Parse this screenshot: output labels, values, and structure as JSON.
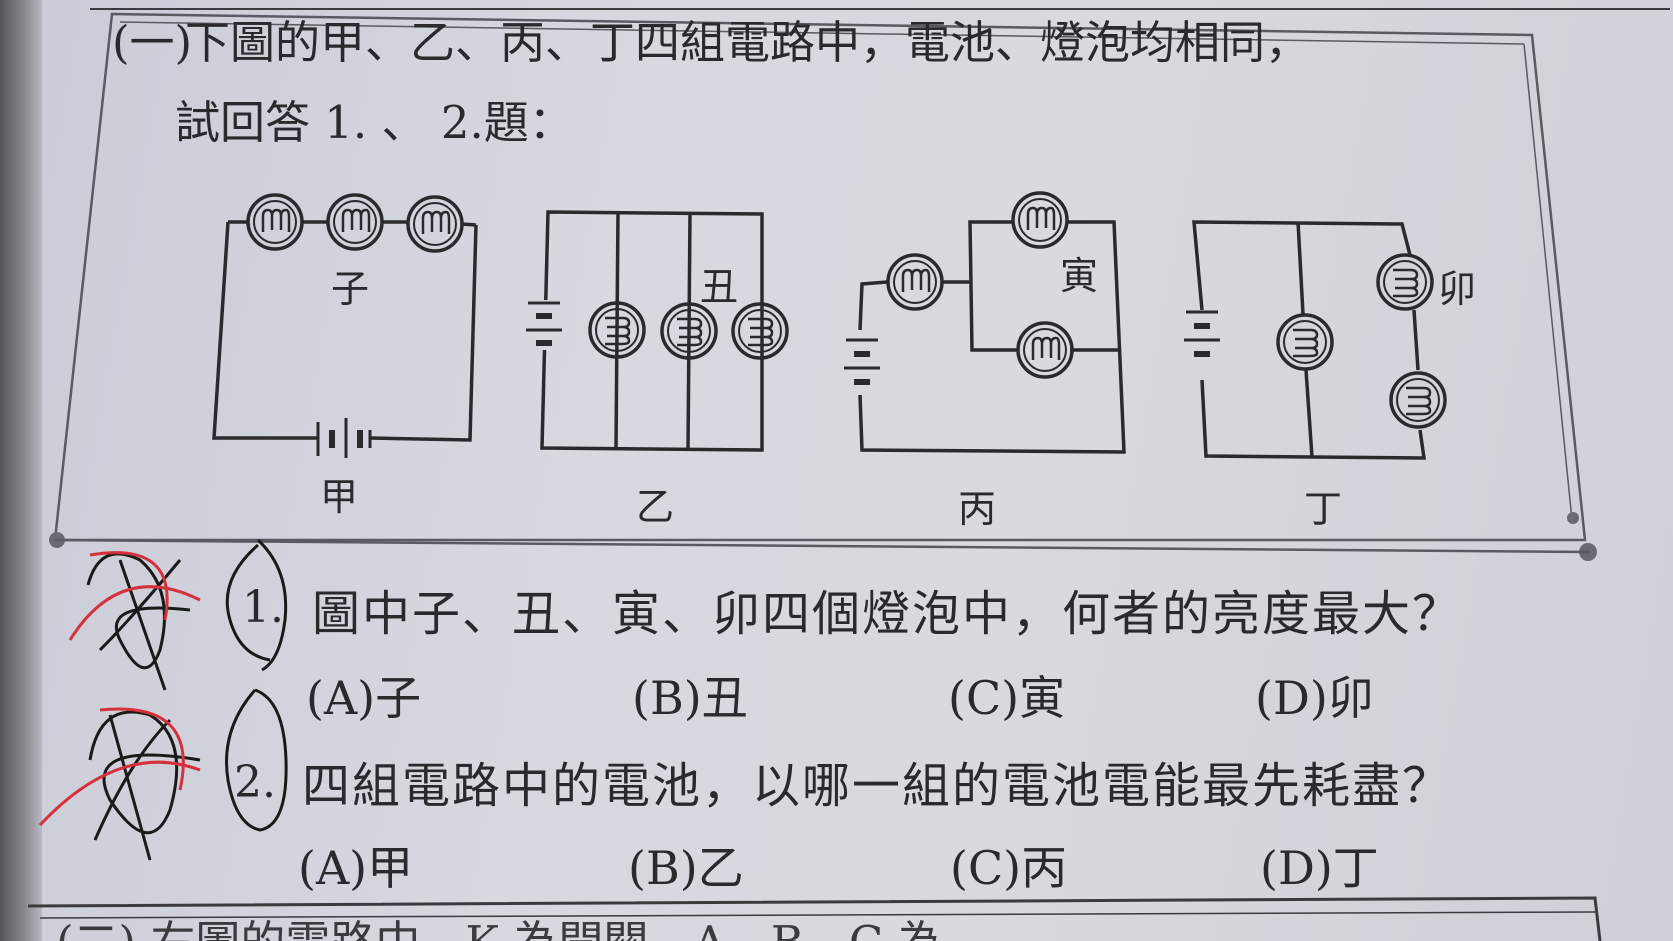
{
  "section": {
    "marker": "(一)",
    "intro_line1": "下圖的甲、乙、丙、丁四組電路中，電池、燈泡均相同，",
    "intro_line2": "試回答 1. 、 2.題："
  },
  "circuits": [
    {
      "label": "甲",
      "bulb_label": "子"
    },
    {
      "label": "乙",
      "bulb_label": "丑"
    },
    {
      "label": "丙",
      "bulb_label": "寅"
    },
    {
      "label": "丁",
      "bulb_label": "卯"
    }
  ],
  "questions": [
    {
      "number": "1.",
      "text": "圖中子、丑、寅、卯四個燈泡中，何者的亮度最大？",
      "options": [
        "(A)子",
        "(B)丑",
        "(C)寅",
        "(D)卯"
      ]
    },
    {
      "number": "2.",
      "text": "四組電路中的電池，以哪一組的電池電能最先耗盡？",
      "options": [
        "(A)甲",
        "(B)乙",
        "(C)丙",
        "(D)丁"
      ]
    }
  ],
  "next_section_partial": "(二) 右圖的電路中，K 為開關，A、B、C 為",
  "colors": {
    "ink": "#2a2a2e",
    "pen": "#1a1a1a",
    "red_pen": "#d4313c"
  }
}
